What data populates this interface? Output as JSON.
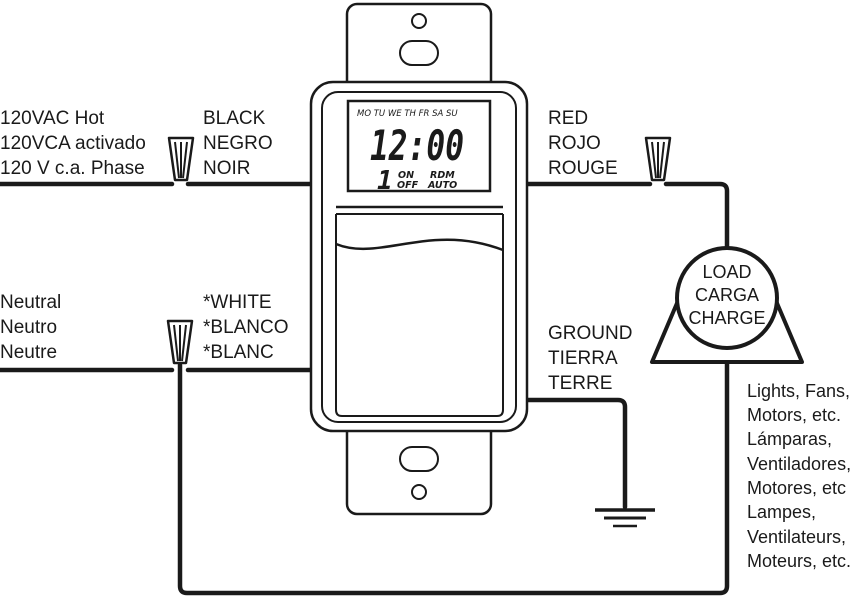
{
  "hot_label": [
    "120VAC Hot",
    "120VCA activado",
    "120 V c.a. Phase"
  ],
  "black_label": [
    "BLACK",
    "NEGRO",
    "NOIR"
  ],
  "red_label": [
    "RED",
    "ROJO",
    "ROUGE"
  ],
  "neutral_label": [
    "Neutral",
    "Neutro",
    "Neutre"
  ],
  "white_label": [
    "*WHITE",
    "*BLANCO",
    "*BLANC"
  ],
  "ground_label": [
    "GROUND",
    "TIERRA",
    "TERRE"
  ],
  "load_label": [
    "LOAD",
    "CARGA",
    "CHARGE"
  ],
  "load_examples": [
    "Lights, Fans,",
    "Motors, etc.",
    "Lámparas,",
    "Ventiladores,",
    "Motores, etc",
    "Lampes,",
    "Ventilateurs,",
    "Moteurs, etc."
  ],
  "display": {
    "days": "MO TU WE TH FR SA SU",
    "time": "12:00",
    "program": "1",
    "on": "ON",
    "off": "OFF",
    "rdm": "RDM",
    "auto": "AUTO"
  },
  "colors": {
    "ink": "#1a1a1a",
    "background": "#ffffff"
  }
}
